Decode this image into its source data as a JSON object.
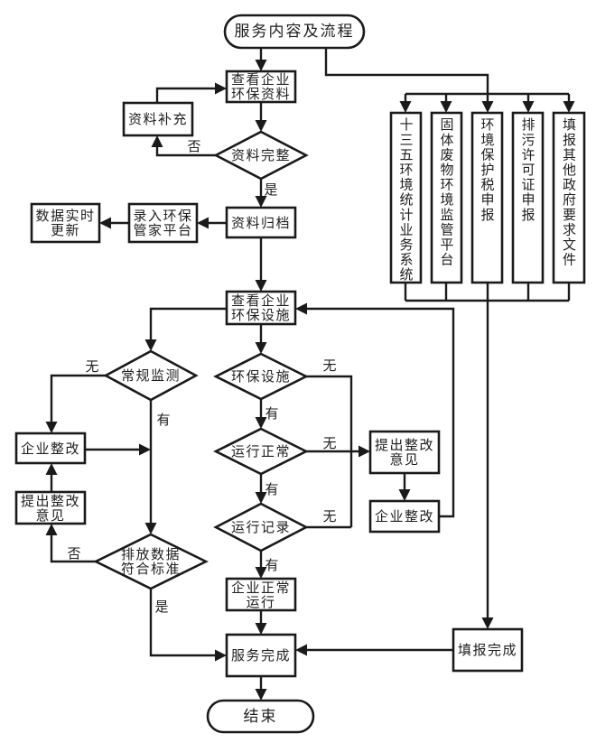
{
  "diagram": {
    "nodes": {
      "start": "服务内容及流程",
      "check_materials": "查看企业\n环保资料",
      "supplement_materials": "资料补充",
      "materials_complete": "资料完整",
      "archive_materials": "资料归档",
      "entry_platform": "录入环保\n管家平台",
      "realtime_update": "数据实时\n更新",
      "check_facilities": "查看企业\n环保设施",
      "routine_monitoring": "常规监测",
      "rectify_left": "企业整改",
      "propose_rectification_left": "提出整改\n意见",
      "emission_compliance": "排放数据\n符合标准",
      "facilities_present": "环保设施",
      "operation_normal": "运行正常",
      "operation_records": "运行记录",
      "propose_rectification_right": "提出整改\n意见",
      "rectify_right": "企业整改",
      "normal_operation": "企业正常\n运行",
      "service_complete": "服务完成",
      "report_complete": "填报完成",
      "end": "结束"
    },
    "report_systems": [
      "十三五环境统计业务系统",
      "固体废物环境监管平台",
      "环境保护税申报",
      "排污许可证申报",
      "填报其他政府要求文件"
    ],
    "edge_labels": {
      "materials_incomplete": "否",
      "materials_complete_yes": "是",
      "no_routine_monitoring": "无",
      "has_routine_monitoring": "有",
      "no_facilities": "无",
      "has_facilities": "有",
      "not_operating_normally": "无",
      "operating_normally": "有",
      "no_records": "无",
      "has_records": "有",
      "emission_noncompliant": "否",
      "emission_compliant": "是"
    }
  }
}
